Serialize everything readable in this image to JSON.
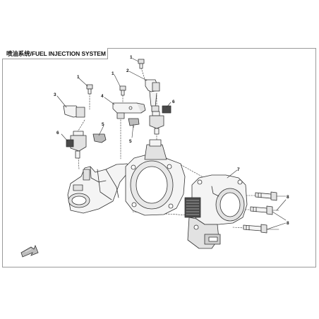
{
  "title": "喷油系统/FUEL INJECTION SYSTEM",
  "callouts": [
    "1",
    "1",
    "1",
    "2",
    "3",
    "4",
    "5",
    "5",
    "6",
    "6",
    "7",
    "8",
    "8"
  ],
  "colors": {
    "line": "#333333",
    "fill_light": "#f4f4f4",
    "fill_mid": "#e2e2e2",
    "fill_dark": "#bdbdbd",
    "frame": "#9a9a9a"
  },
  "icons": [
    "direction-arrow-icon"
  ]
}
